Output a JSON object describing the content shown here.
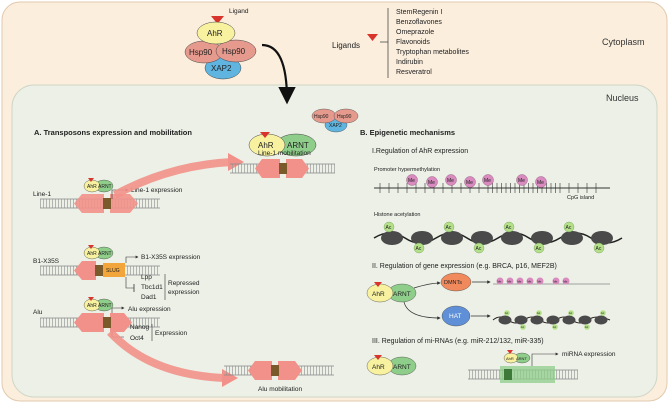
{
  "regions": {
    "cytoplasm": "Cytoplasm",
    "nucleus": "Nucleus"
  },
  "top_complex": {
    "ligand_label": "Ligand",
    "ahr": "AhR",
    "hsp90_a": "Hsp90",
    "hsp90_b": "Hsp90",
    "xap2": "XAP2"
  },
  "ligands": {
    "label": "Ligands",
    "items": [
      "StemRegenin I",
      "Benzoflavones",
      "Omeprazole",
      "Flavonoids",
      "Tryptophan metabolites",
      "Indirubin",
      "Resveratrol"
    ]
  },
  "nuclear_complex": {
    "ahr": "AhR",
    "arnt": "ARNT",
    "hsp90_a": "Hsp90",
    "hsp90_b": "Hsp90",
    "xap2": "XAP2"
  },
  "section_a": {
    "title": "A. Transposons expression and mobilitation",
    "line1": {
      "name": "Line-1",
      "expression": "Line-1 expression",
      "mobilization": "Line-1 mobilitation"
    },
    "b1": {
      "name": "B1-X35S",
      "expression": "B1-X35S expression",
      "slug": "SLUG",
      "genes": [
        "Lpp",
        "Tbc1d1",
        "Dad1"
      ],
      "repressed": "Repressed",
      "repressed2": "expression"
    },
    "alu": {
      "name": "Alu",
      "expression": "Alu expression",
      "genes": [
        "Nanog",
        "Oct4"
      ],
      "expression_label": "Expression",
      "mobilization": "Alu mobilitation"
    },
    "complex_ahr": "AhR",
    "complex_arnt": "ARNT"
  },
  "section_b": {
    "title": "B. Epigenetic mechanisms",
    "part1": "I.Regulation of AhR expression",
    "promoter": "Promoter hypermethylation",
    "cpg": "CpG island",
    "histone": "Histone acetylation",
    "me": "Me",
    "ac": "Ac",
    "part2": "II. Regulation of gene expression (e.g. BRCA, p16, MEF2B)",
    "dmnt": "DMNTs",
    "hat": "HAT",
    "part3": "III. Regulation of mi-RNAs (e.g. miR-212/132, miR-335)",
    "mirna": "miRNA expression",
    "ahr": "AhR",
    "arnt": "ARNT"
  },
  "colors": {
    "cytoplasm_bg": "#fbeedd",
    "nucleus_bg": "#ecf0e6",
    "ahr": "#f7f1a0",
    "arnt": "#8fce8a",
    "hsp90": "#e69a8e",
    "xap2": "#5fb4e0",
    "ligand": "#d8342b",
    "arrow_pink": "#f2918a",
    "methyl": "#d98bbf",
    "acetyl": "#b5e08a",
    "dmnt": "#f08a5d",
    "hat": "#5f8fd6"
  }
}
